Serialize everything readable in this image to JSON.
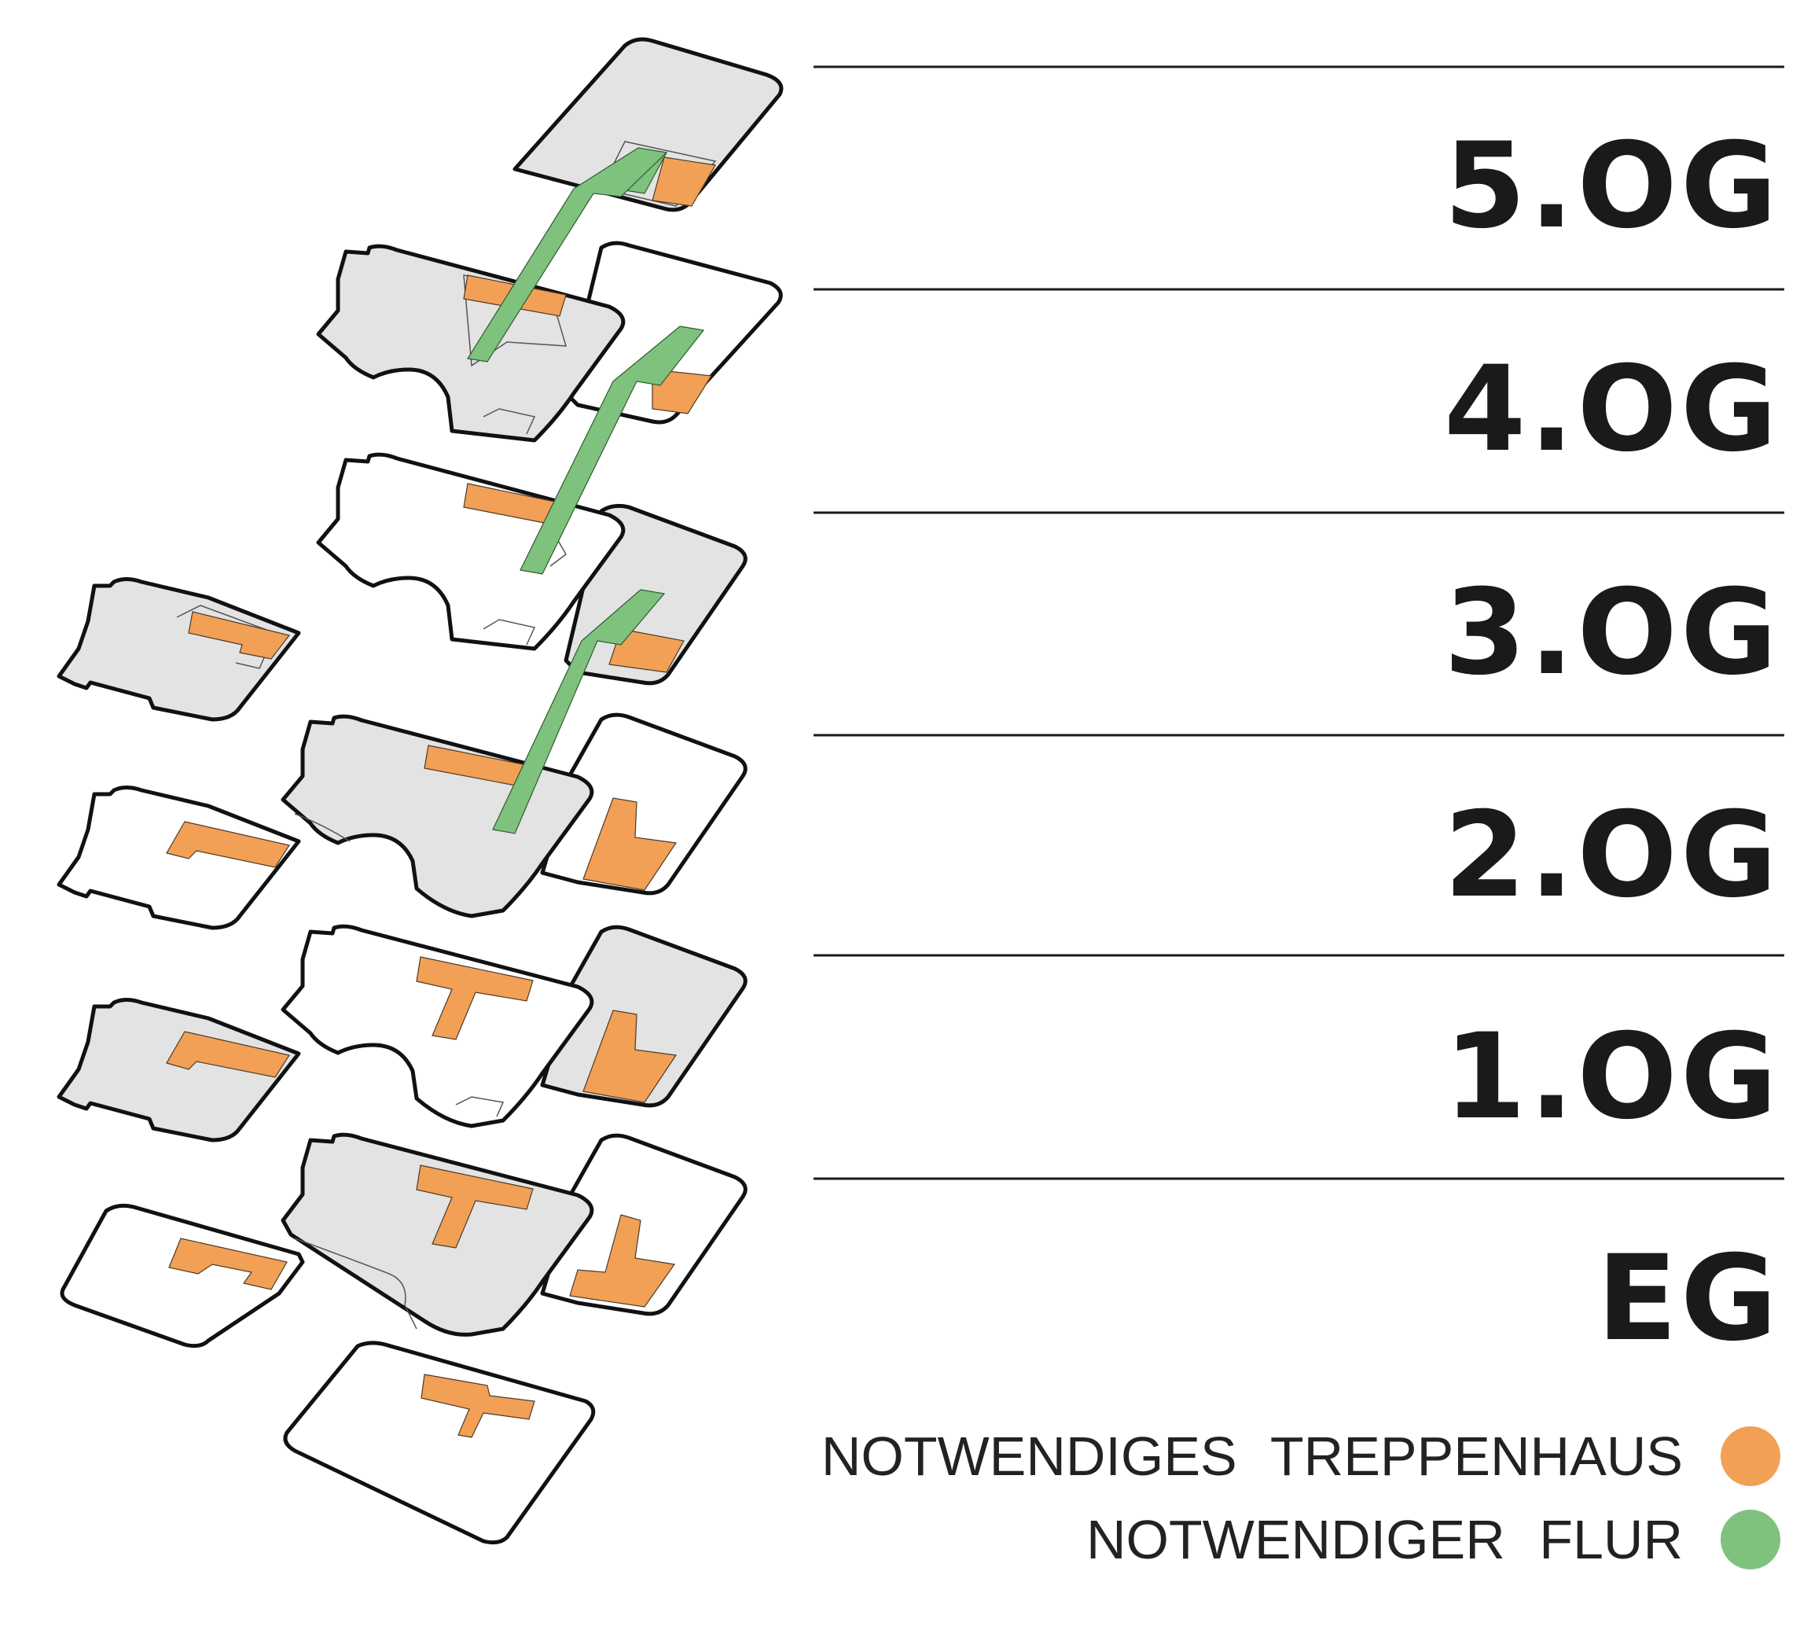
{
  "floors": [
    {
      "label": "5.OG"
    },
    {
      "label": "4.OG"
    },
    {
      "label": "3.OG"
    },
    {
      "label": "2.OG"
    },
    {
      "label": "1.OG"
    },
    {
      "label": "EG"
    }
  ],
  "legend": [
    {
      "label": "NOTWENDIGES  TREPPENHAUS",
      "color": "#f2a055"
    },
    {
      "label": "NOTWENDIGER  FLUR",
      "color": "#7ec27e"
    }
  ],
  "colors": {
    "slab_shaded": "#e3e3e3",
    "slab_outline": "#111111",
    "stair": "#f2a055",
    "corridor": "#7ec27e"
  }
}
